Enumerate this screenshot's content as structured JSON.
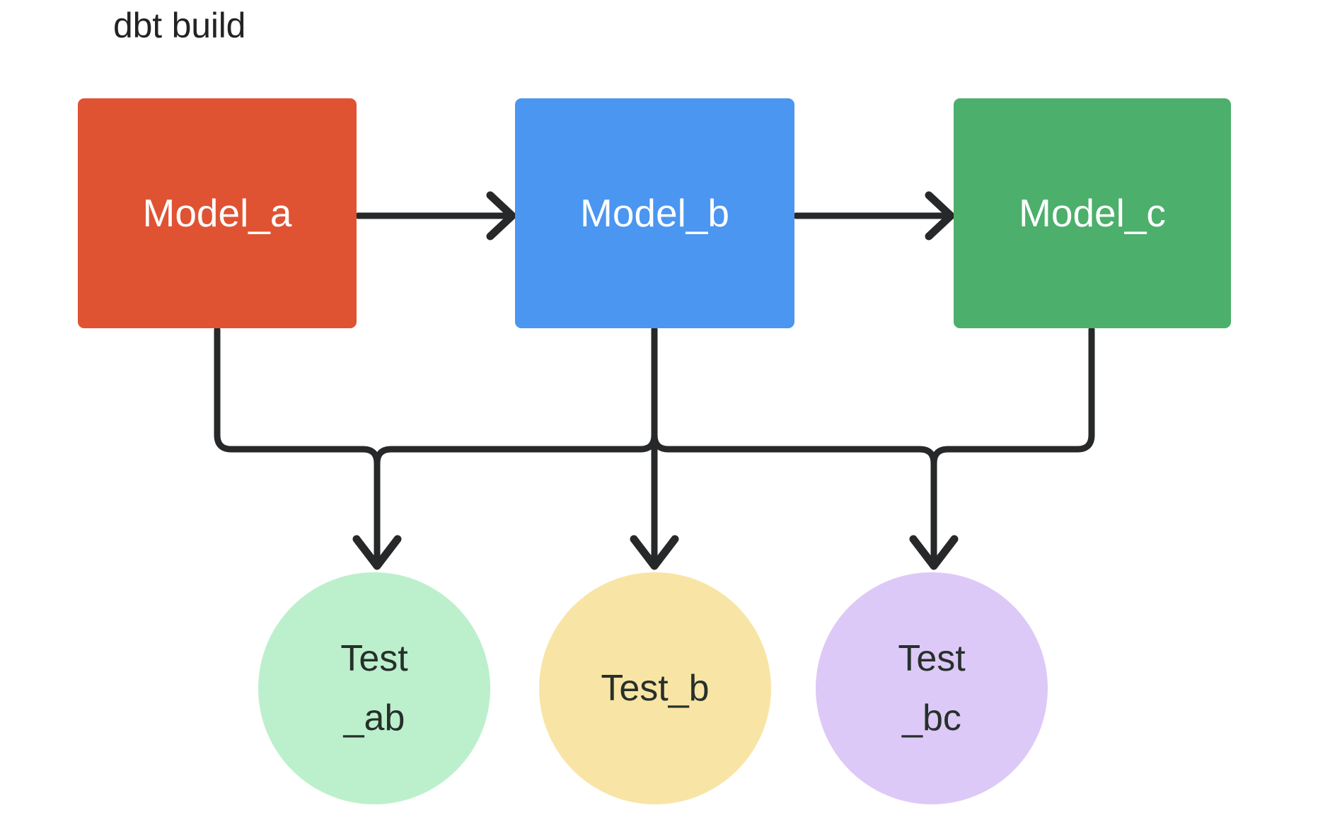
{
  "diagram": {
    "title": "dbt build",
    "background_color": "#ffffff",
    "edge_color": "#26282a",
    "models": [
      {
        "id": "model_a",
        "label": "Model_a",
        "color": "#df5333",
        "text_color": "#ffffff",
        "shape": "rounded-rect"
      },
      {
        "id": "model_b",
        "label": "Model_b",
        "color": "#4a96f0",
        "text_color": "#ffffff",
        "shape": "rounded-rect"
      },
      {
        "id": "model_c",
        "label": "Model_c",
        "color": "#4caf6b",
        "text_color": "#ffffff",
        "shape": "rounded-rect"
      }
    ],
    "tests": [
      {
        "id": "test_ab",
        "label_line1": "Test",
        "label_line2": "_ab",
        "color": "#bcf0cc",
        "text_color": "#27302b",
        "shape": "circle"
      },
      {
        "id": "test_b",
        "label_line1": "Test_b",
        "label_line2": "",
        "color": "#f8e5a5",
        "text_color": "#27302b",
        "shape": "circle"
      },
      {
        "id": "test_bc",
        "label_line1": "Test",
        "label_line2": "_bc",
        "color": "#ddc9f7",
        "text_color": "#27302b",
        "shape": "circle"
      }
    ],
    "edges": [
      {
        "from": "model_a",
        "to": "model_b",
        "style": "straight-arrow"
      },
      {
        "from": "model_b",
        "to": "model_c",
        "style": "straight-arrow"
      },
      {
        "from": "model_a",
        "to": "test_ab",
        "style": "elbow-arrow"
      },
      {
        "from": "model_b",
        "to": "test_ab",
        "style": "elbow-arrow"
      },
      {
        "from": "model_b",
        "to": "test_b",
        "style": "straight-arrow"
      },
      {
        "from": "model_b",
        "to": "test_bc",
        "style": "elbow-arrow"
      },
      {
        "from": "model_c",
        "to": "test_bc",
        "style": "elbow-arrow"
      }
    ]
  }
}
